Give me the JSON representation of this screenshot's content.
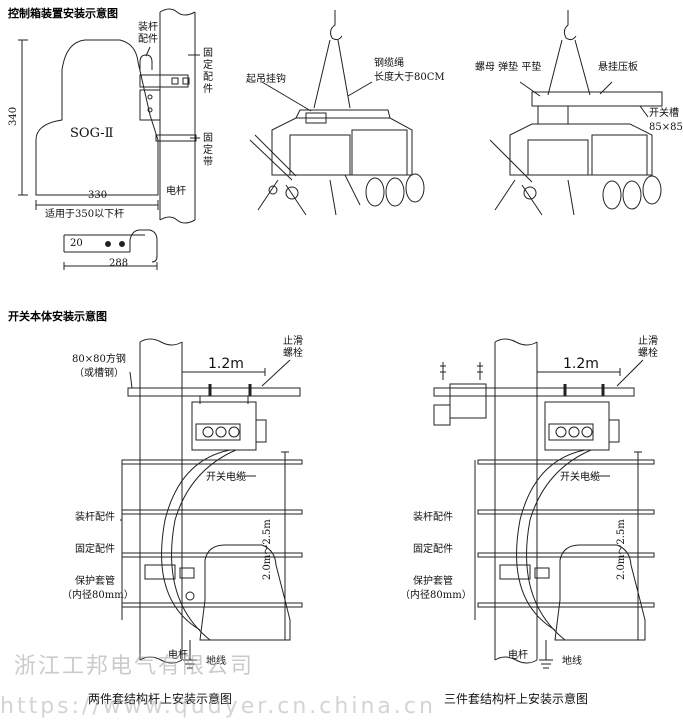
{
  "sections": {
    "control_title": "控制箱装置安装示意图",
    "body_title": "开关本体安装示意图"
  },
  "control_box": {
    "model": "SOG-Ⅱ",
    "dim_height": "340",
    "dim_width": "330",
    "note": "适用于350以下杆",
    "bracket_dim_20": "20",
    "bracket_dim_288": "288",
    "label_mount_parts": "装杆配件",
    "label_fix_parts": "固定配件",
    "label_fix_band": "固定带",
    "label_pole": "电杆"
  },
  "lifting": {
    "label_hook": "起吊挂钩",
    "label_rope_line1": "钢缆绳",
    "label_rope_line2": "长度大于80CM",
    "label_nut": "螺母 弹垫 平垫",
    "label_plate": "悬挂压板",
    "label_switch_line1": "开关槽",
    "label_switch_line2": "85×85"
  },
  "left_install": {
    "steel_line1": "80×80方钢",
    "steel_line2": "（或槽钢）",
    "span": "1.2m",
    "bolt": "止滑螺栓",
    "cable": "开关电缆",
    "mount_parts": "装杆配件",
    "fix_parts": "固定配件",
    "sleeve_line1": "保护套管",
    "sleeve_line2": "（内径80mm）",
    "height": "2.0m～2.5m",
    "pole": "电杆",
    "ground": "地线",
    "caption": "两件套结构杆上安装示意图"
  },
  "right_install": {
    "span": "1.2m",
    "bolt": "止滑螺栓",
    "cable": "开关电缆",
    "mount_parts": "装杆配件",
    "fix_parts": "固定配件",
    "sleeve_line1": "保护套管",
    "sleeve_line2": "（内径80mm）",
    "height": "2.0m～2.5m",
    "pole": "电杆",
    "ground": "地线",
    "caption": "三件套结构杆上安装示意图"
  },
  "watermark": {
    "company": "浙江工邦电气有限公司",
    "url": "https://www.qudyer.cn.china.cn"
  }
}
